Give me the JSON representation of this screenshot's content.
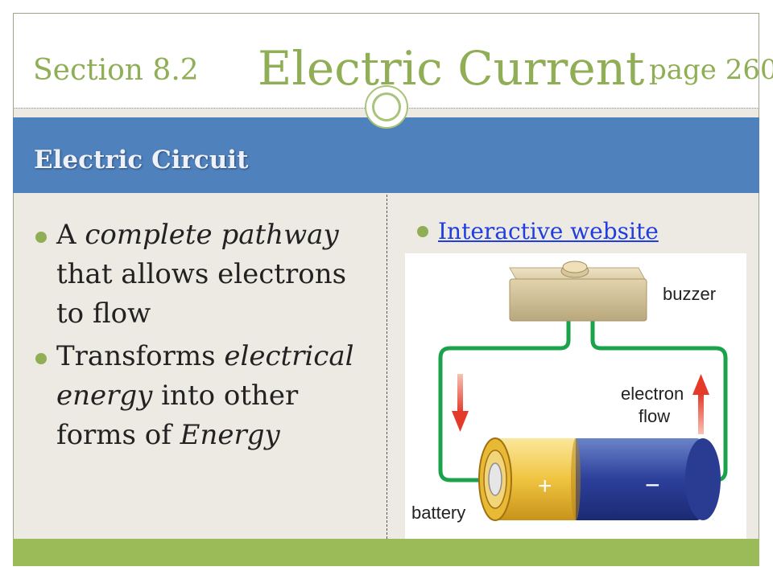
{
  "header": {
    "section": "Section 8.2",
    "title": "Electric Current",
    "page": "page 260"
  },
  "band": {
    "title": "Electric Circuit"
  },
  "left_bullets": [
    {
      "parts": [
        {
          "text": "A ",
          "italic": false
        },
        {
          "text": "complete pathway",
          "italic": true
        },
        {
          "text": " that allows electrons to flow",
          "italic": false
        }
      ]
    },
    {
      "parts": [
        {
          "text": "Transforms ",
          "italic": false
        },
        {
          "text": "electrical energy",
          "italic": true
        },
        {
          "text": " into other forms of ",
          "italic": false
        },
        {
          "text": "Energy",
          "italic": true
        }
      ]
    }
  ],
  "right_bullets": [
    {
      "link_text": "Interactive website"
    }
  ],
  "diagram": {
    "buzzer_label": "buzzer",
    "electron_flow_line1": "electron",
    "electron_flow_line2": "flow",
    "battery_label": "battery",
    "plus_sign": "+",
    "minus_sign": "−"
  },
  "colors": {
    "accent_green": "#8fae55",
    "band_blue": "#4f81bd",
    "footer_green": "#9bbb59",
    "wire_green": "#1aa34a",
    "link_blue": "#1f3de0"
  }
}
